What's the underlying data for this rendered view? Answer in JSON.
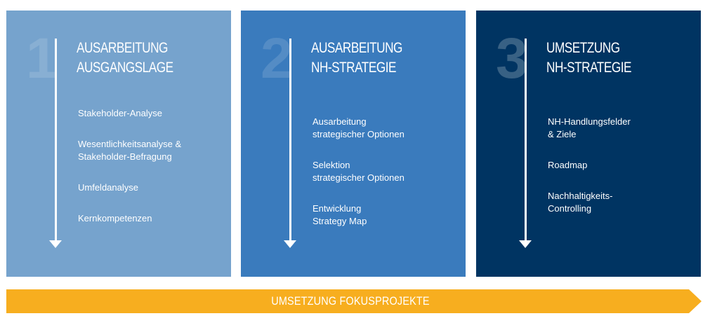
{
  "panels": [
    {
      "number": "1",
      "title_lines": [
        "AUSARBEITUNG",
        "AUSGANGSLAGE"
      ],
      "items": [
        "Stakeholder-Analyse",
        "Wesentlichkeitsanalyse &\nStakeholder-Befragung",
        "Umfeldanalyse",
        "Kernkompetenzen"
      ],
      "color": "#76a3cd"
    },
    {
      "number": "2",
      "title_lines": [
        "AUSARBEITUNG",
        "NH-STRATEGIE"
      ],
      "items": [
        "Ausarbeitung\nstrategischer Optionen",
        "Selektion\nstrategischer Optionen",
        "Entwicklung\nStrategy Map"
      ],
      "color": "#3a7bbd"
    },
    {
      "number": "3",
      "title_lines": [
        "UMSETZUNG",
        "NH-STRATEGIE"
      ],
      "items": [
        "NH-Handlungsfelder\n& Ziele",
        "Roadmap",
        "Nachhaltigkeits-\nControlling"
      ],
      "color": "#003462"
    }
  ],
  "bottom_bar": {
    "label": "UMSETZUNG FOKUSPROJEKTE",
    "color": "#f7ae1f"
  },
  "icons": [
    "arrow-down-icon"
  ]
}
